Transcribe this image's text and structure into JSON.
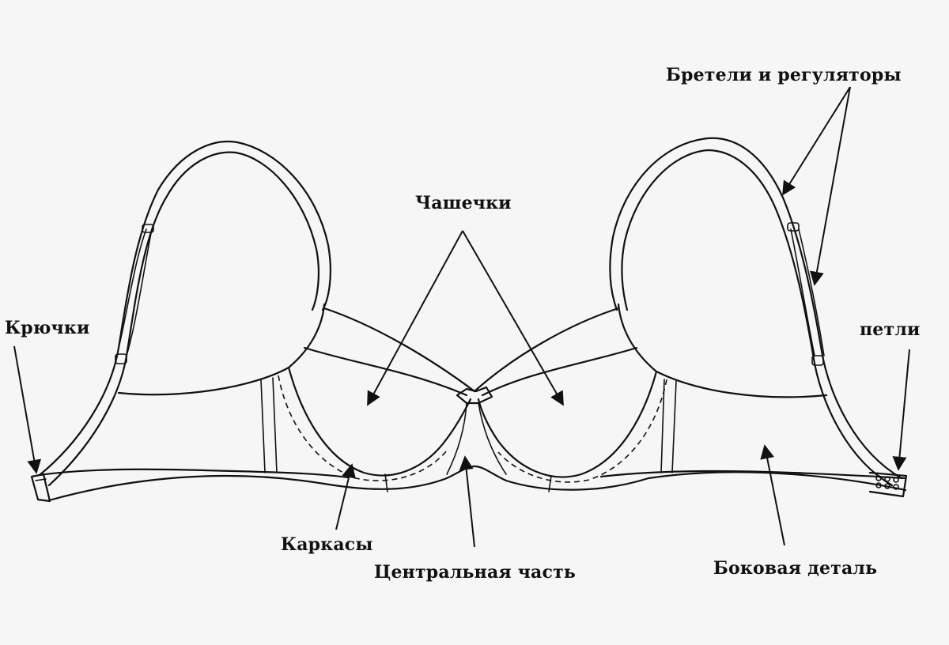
{
  "labels": {
    "straps": "Бретели и регуляторы",
    "cups": "Чашечки",
    "hooks": "Крючки",
    "loops": "петли",
    "wires": "Каркасы",
    "center": "Центральная часть",
    "side": "Боковая деталь"
  },
  "colors": {
    "line": "#111111",
    "background": "#f6f6f6"
  }
}
